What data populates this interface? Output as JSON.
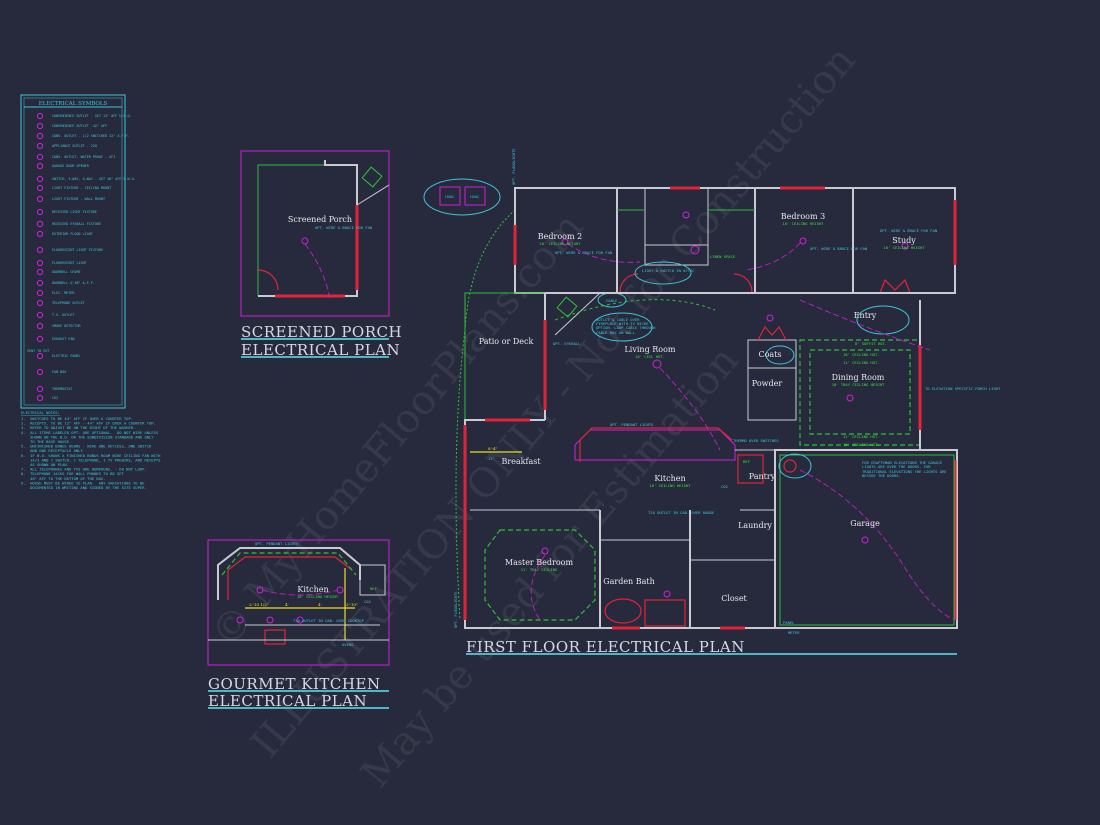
{
  "colors": {
    "background": "#262a3c",
    "walls": "#c9cad2",
    "windows": "#e0243a",
    "fixtures": "#d020d8",
    "notes": "#3fc6d8",
    "ceiling_notes": "#3fe040"
  },
  "watermark": [
    "© MyHomeFloorPlans.com",
    "ILLUSTRATION ONLY - Not for Construction",
    "May be used for Estimation"
  ],
  "legend": {
    "title": "ELECTRICAL SYMBOLS",
    "items": [
      "CONVENIENCE OUTLET - SET 12\" AFF U.N.O.",
      "CONVENIENCE OUTLET -42\" AFF",
      "CONV. OUTLET - 1/2 SWITCHED 12\" A.F.F.",
      "APPLIANCE OUTLET - 220",
      "CONV. OUTLET- WATER PROOF - GFI",
      "GARAGE DOOR OPENER",
      "SWITCH, 3-WAY, 4-WAY - SET 48\" AFF U.N.O.",
      "LIGHT FIXTURE - CEILING MOUNT",
      "LIGHT FIXTURE - WALL MOUNT",
      "RECESSED LIGHT FIXTURE",
      "RECESSED EYEBALL FIXTURE",
      "EXTERIOR FLOOD LIGHT",
      "FLUORESCENT LIGHT FIXTURE",
      "FLUORESCENT LIGHT",
      "DOORBELL CHIME",
      "DOORBELL @ 48\" A.F.F.",
      "ELEC. METER",
      "TELEPHONE OUTLET",
      "T.V. OUTLET",
      "SMOKE DETECTOR",
      "EXHAUST FAN",
      "ELECTRIC PANEL",
      "FAN BOX",
      "THERMOSTAT",
      "CO2"
    ],
    "vent_label": "VENT TO EXT"
  },
  "notes": {
    "title": "ELECTRICAL NOTES:",
    "lines": [
      "1.  SWITCHES TO BE 44\" AFF IF OVER A COUNTER TOP.",
      "2.  RECEPTS. TO BE 12\" AFF - 44\" AFF IF OVER A COUNTER TOP.",
      "3.  REFER TO ADJUST BE ON THE RIGHT OF THE WASHER.",
      "4.  ALL ITEMS LABELED OPT. ARE OPTIONAL.  DO NOT WIRE UNLESS",
      "    SHOWN ON THE W.O. OR THE SUBDIVISION STANDARD AND ONLY",
      "    TO THE BASE HOUSE.",
      "5.  UNFINISHED BONUS ROOMS - WIRE ONE KEYLESS, ONE SWITCH",
      "    AND ONE RECEPTACLE ONLY.",
      "6.  IF W.O. SHOWS A FINISHED BONUS ROOM WIRE CEILING FAN WITH",
      "    14/3 AND 1 SWITCH, 1 TELEPHONE, 1 TV PREWIRE, AND RECEPTS",
      "    AS SHOWN ON PLAN.",
      "7.  ALL TELEPHONES AND TVS ARE HOMERUNS. - DO NOT LOOP.",
      "8.  TELEPHONE JACKS FOR WALL PHONES TO BE SET",
      "    48\" AFF TO THE BOTTOM OF THE BOX.",
      "9.  HOUSE MUST BE WIRED TO PLAN.  ANY VARIATIONS TO BE",
      "    DOCUMENTED IN WRITING AND SIGNED BY THE SITE SUPER."
    ]
  },
  "porch": {
    "room": "Screened Porch",
    "sub": "OPT. WIRE &\nBRACE FOR FAN",
    "title1": "SCREENED  PORCH",
    "title2": "ELECTRICAL  PLAN"
  },
  "kitchen_plan": {
    "room": "Kitchen",
    "sub": "10' CEILING HEIGHT",
    "pendant": "OPT. PENDANT LIGHTS",
    "outlet": "T10 OUTLET IN CAB. OVER COOKTOP",
    "ovens": "OVENS",
    "dims": [
      "2'-10 1/2\"",
      "4'",
      "4'",
      "2'-10\""
    ],
    "ref": "REF",
    "co2": "CO2",
    "title1": "GOURMET  KITCHEN",
    "title2": "ELECTRICAL  PLAN"
  },
  "first_floor": {
    "title": "FIRST  FLOOR  ELECTRICAL  PLAN",
    "rooms": [
      {
        "name": "Bedroom 2",
        "sub": "10' CEILING HEIGHT"
      },
      {
        "name": "Bedroom 3",
        "sub": "10' CEILING HEIGHT"
      },
      {
        "name": "Study",
        "sub": "10' CEILING HEIGHT"
      },
      {
        "name": "Patio or Deck",
        "sub": ""
      },
      {
        "name": "Living Room",
        "sub": "10' CEIL HGT."
      },
      {
        "name": "Entry",
        "sub": ""
      },
      {
        "name": "Coats",
        "sub": ""
      },
      {
        "name": "Powder",
        "sub": ""
      },
      {
        "name": "Dining Room",
        "sub": "10' TRAY CEILING HEIGHT"
      },
      {
        "name": "Breakfast",
        "sub": ""
      },
      {
        "name": "Kitchen",
        "sub": "10' CEILING HEIGHT"
      },
      {
        "name": "Pantry",
        "sub": ""
      },
      {
        "name": "Garage",
        "sub": ""
      },
      {
        "name": "Laundry",
        "sub": ""
      },
      {
        "name": "Master Bedroom",
        "sub": "11' TRAY CEILING"
      },
      {
        "name": "Garden Bath",
        "sub": ""
      },
      {
        "name": "Closet",
        "sub": ""
      }
    ],
    "callouts": {
      "hvac": [
        "HVAC",
        "HVAC"
      ],
      "floodlights": "OPT. FLOODLIGHTS",
      "fan1": "OPT. WIRE & BRACE FOR FAN",
      "fan2": "OPT. WIRE & BRACE FOR FAN",
      "fan3": "OPT. WIRE & BRACE FOR FAN",
      "attic": "LIGHT & SWITCH IN ATTIC",
      "cable": "CABLE",
      "fireplace": "OUTLET & CABLE OVER FIREPLACE WITH TV NICHE OPTION. LOOP CABLE THROUGH CABLE BOX ON WALL",
      "eyeball": "OPT. EYEBALL",
      "pendant": "OPT. PENDANT LIGHTS",
      "thermo": "THERMO OVER SWITCHES",
      "soffit": [
        "8' SOFFIT HGT.",
        "10' CEILING HGT.",
        "11' CEILING HGT.",
        "11' CEILING HGT.",
        "10' CEILING HGT."
      ],
      "garage_note": "FOR CRAFTSMAN ELEVATIONS THE GARAGE LIGHTS ARE OVER THE DOORS.  FOR TRADITIONAL ELEVATIONS THE LIGHTS ARE BESIDE THE DOORS.",
      "elevation": "TO ELEVATION SPECIFIC PORCH LIGHT",
      "range": "T10 OUTLET IN CAB. OVER RANGE",
      "panel": "PANEL",
      "meter": "METER",
      "ref": "REF",
      "co2": "CO2",
      "linen": "LINEN SPACE",
      "dims": [
        "8'-4\"",
        "12\""
      ]
    }
  }
}
